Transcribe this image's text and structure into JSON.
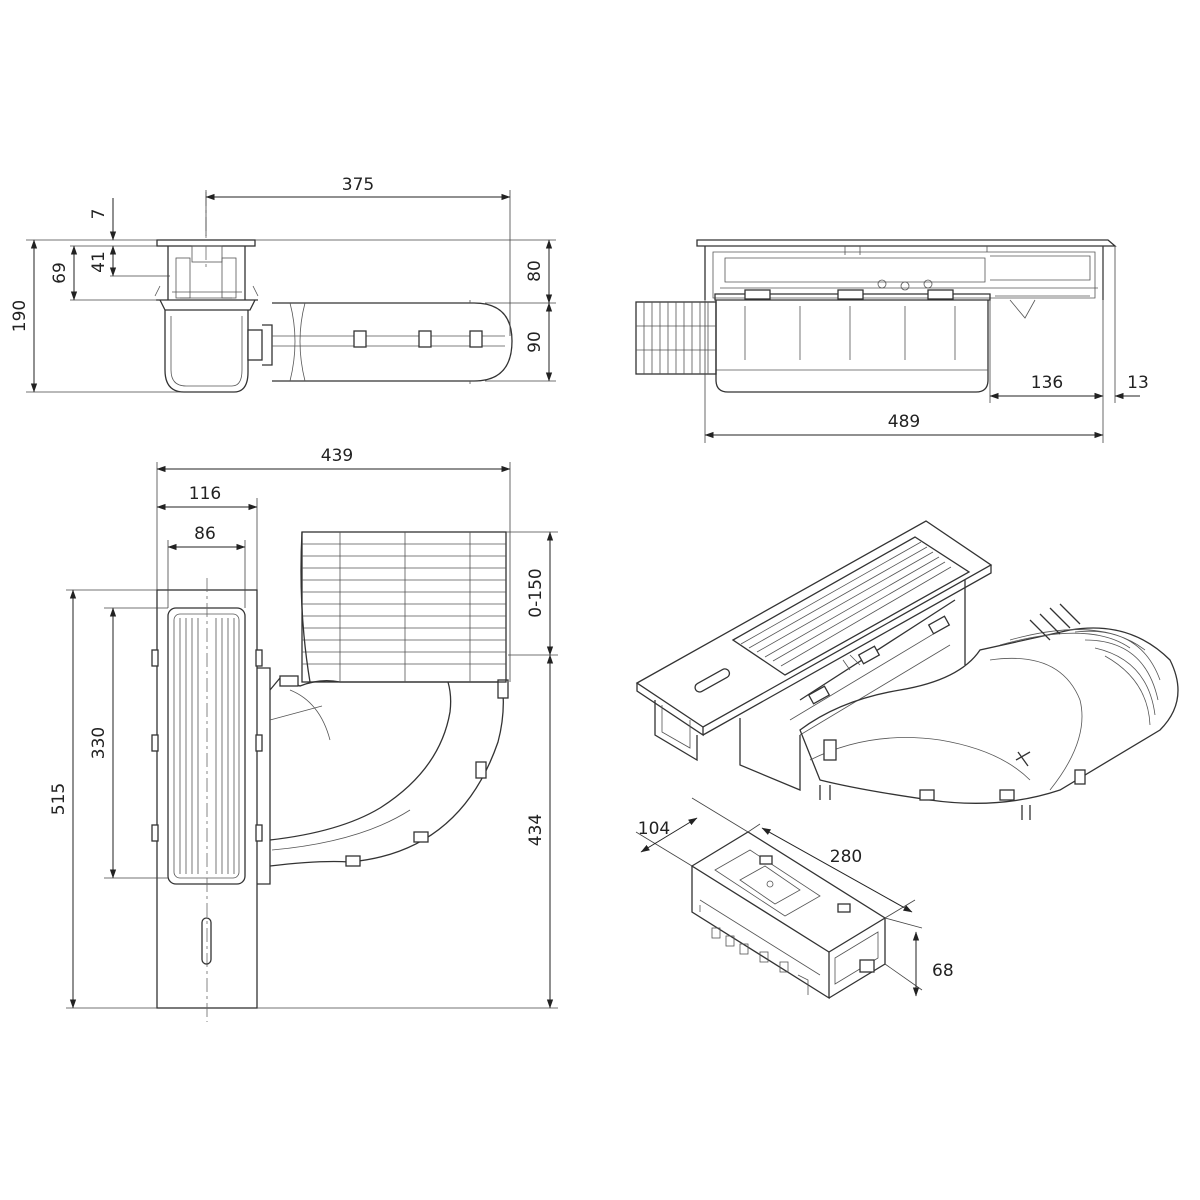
{
  "dimensions": {
    "side_view": {
      "overall_width": "375",
      "top_plate": "7",
      "upper_gap": "41",
      "upper_body": "69",
      "total_height": "190",
      "right_upper": "80",
      "right_lower": "90"
    },
    "front_view": {
      "right_offset": "136",
      "edge": "13",
      "overall_width": "489"
    },
    "top_view": {
      "overall_width": "439",
      "outer_width": "116",
      "inner_width": "86",
      "extension_range": "0-150",
      "inner_length": "330",
      "total_length": "515",
      "duct_length": "434"
    },
    "module_view": {
      "depth": "104",
      "length": "280",
      "height": "68"
    }
  },
  "colors": {
    "line": "#333333",
    "background": "#ffffff"
  }
}
